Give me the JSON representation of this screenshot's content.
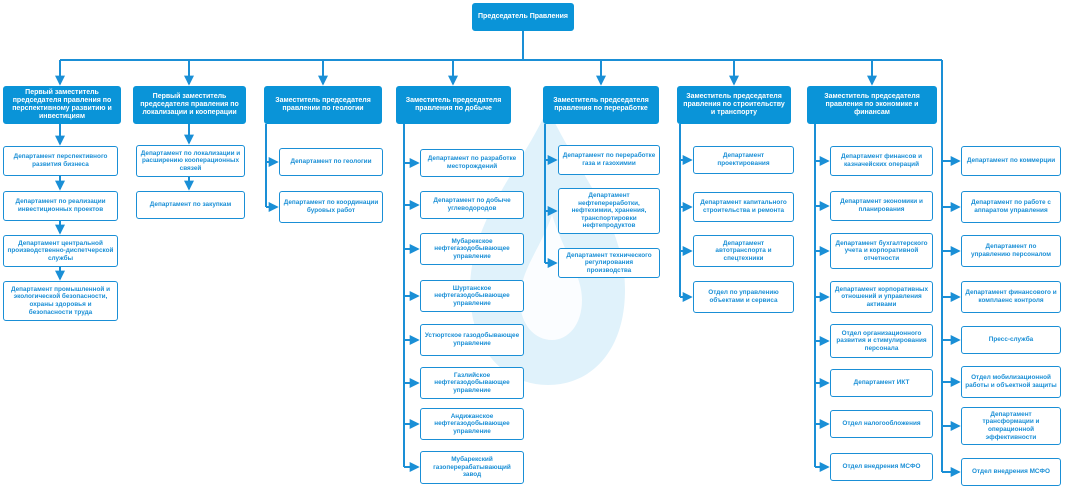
{
  "chairman": "Председатель Правления",
  "columns": [
    {
      "head": "Первый заместитель председателя правления по перспективному развитию и инвестициям",
      "items": [
        "Департамент перспективного развития бизнеса",
        "Департамент по реализации инвестиционных проектов",
        "Департамент центральной производственно-диспетчерской службы",
        "Департамент промышленной и экологической безопасности, охраны здоровья и безопасности труда"
      ]
    },
    {
      "head": "Первый заместитель председателя правления по локализации и кооперации",
      "items": [
        "Департамент по локализации и расширению кооперационных связей",
        "Департамент по закупкам"
      ]
    },
    {
      "head": "Заместитель председателя правлении по геологии",
      "items": [
        "Департамент по геологии",
        "Департамент по координации буровых работ"
      ]
    },
    {
      "head": "Заместитель председателя правления по добыче",
      "items": [
        "Департамент по разработке месторождений",
        "Департамент по добыче углеводородов",
        "Мубарекское нефтегазодобывающее управление",
        "Шуртанское нефтегазодобывающее управление",
        "Устюртское газодобывающее управление",
        "Газлийское нефтегазодобывающее управление",
        "Андижанское нефтегазодобывающее управление",
        "Мубарекский газоперерабатывающий завод"
      ]
    },
    {
      "head": "Заместитель председателя правления по переработке",
      "items": [
        "Департамент по переработке газа и газохимии",
        "Департамент нефтепереработки, нефтехимии, хранения, транспортировки нефтепродуктов",
        "Департамент технического регулирования производства"
      ]
    },
    {
      "head": "Заместитель председателя правления по строительству и транспорту",
      "items": [
        "Департамент проектирования",
        "Департамент капитального строительства и ремонта",
        "Департамент автотранспорта и спецтехники",
        "Отдел по управлению объектами и сервиса"
      ]
    },
    {
      "head": "Заместитель председателя правления по экономике и финансам",
      "items": [
        "Департамент финансов и казначейских операций",
        "Департамент экономики и планирования",
        "Департамент бухгалтерского учета и корпоративной отчетности",
        "Департамент корпоративных отношений и управления активами",
        "Отдел организационного развития и стимулирования персонала",
        "Департамент ИКТ",
        "Отдел налогообложения",
        "Отдел внедрения МСФО"
      ]
    }
  ],
  "direct": [
    "Департамент по коммерции",
    "Департамент по работе с аппаратом управления",
    "Департамент по управлению персоналом",
    "Департамент финансового и комплаенс контроля",
    "Пресс-служба",
    "Отдел мобилизационной работы и объектной защиты",
    "Департамент трансформации и операционной эффективности",
    "Отдел внедрения МСФО"
  ],
  "colors": {
    "accent": "#0a94d8",
    "line": "#1a8fd6",
    "watermark": "#bfe3f6"
  }
}
